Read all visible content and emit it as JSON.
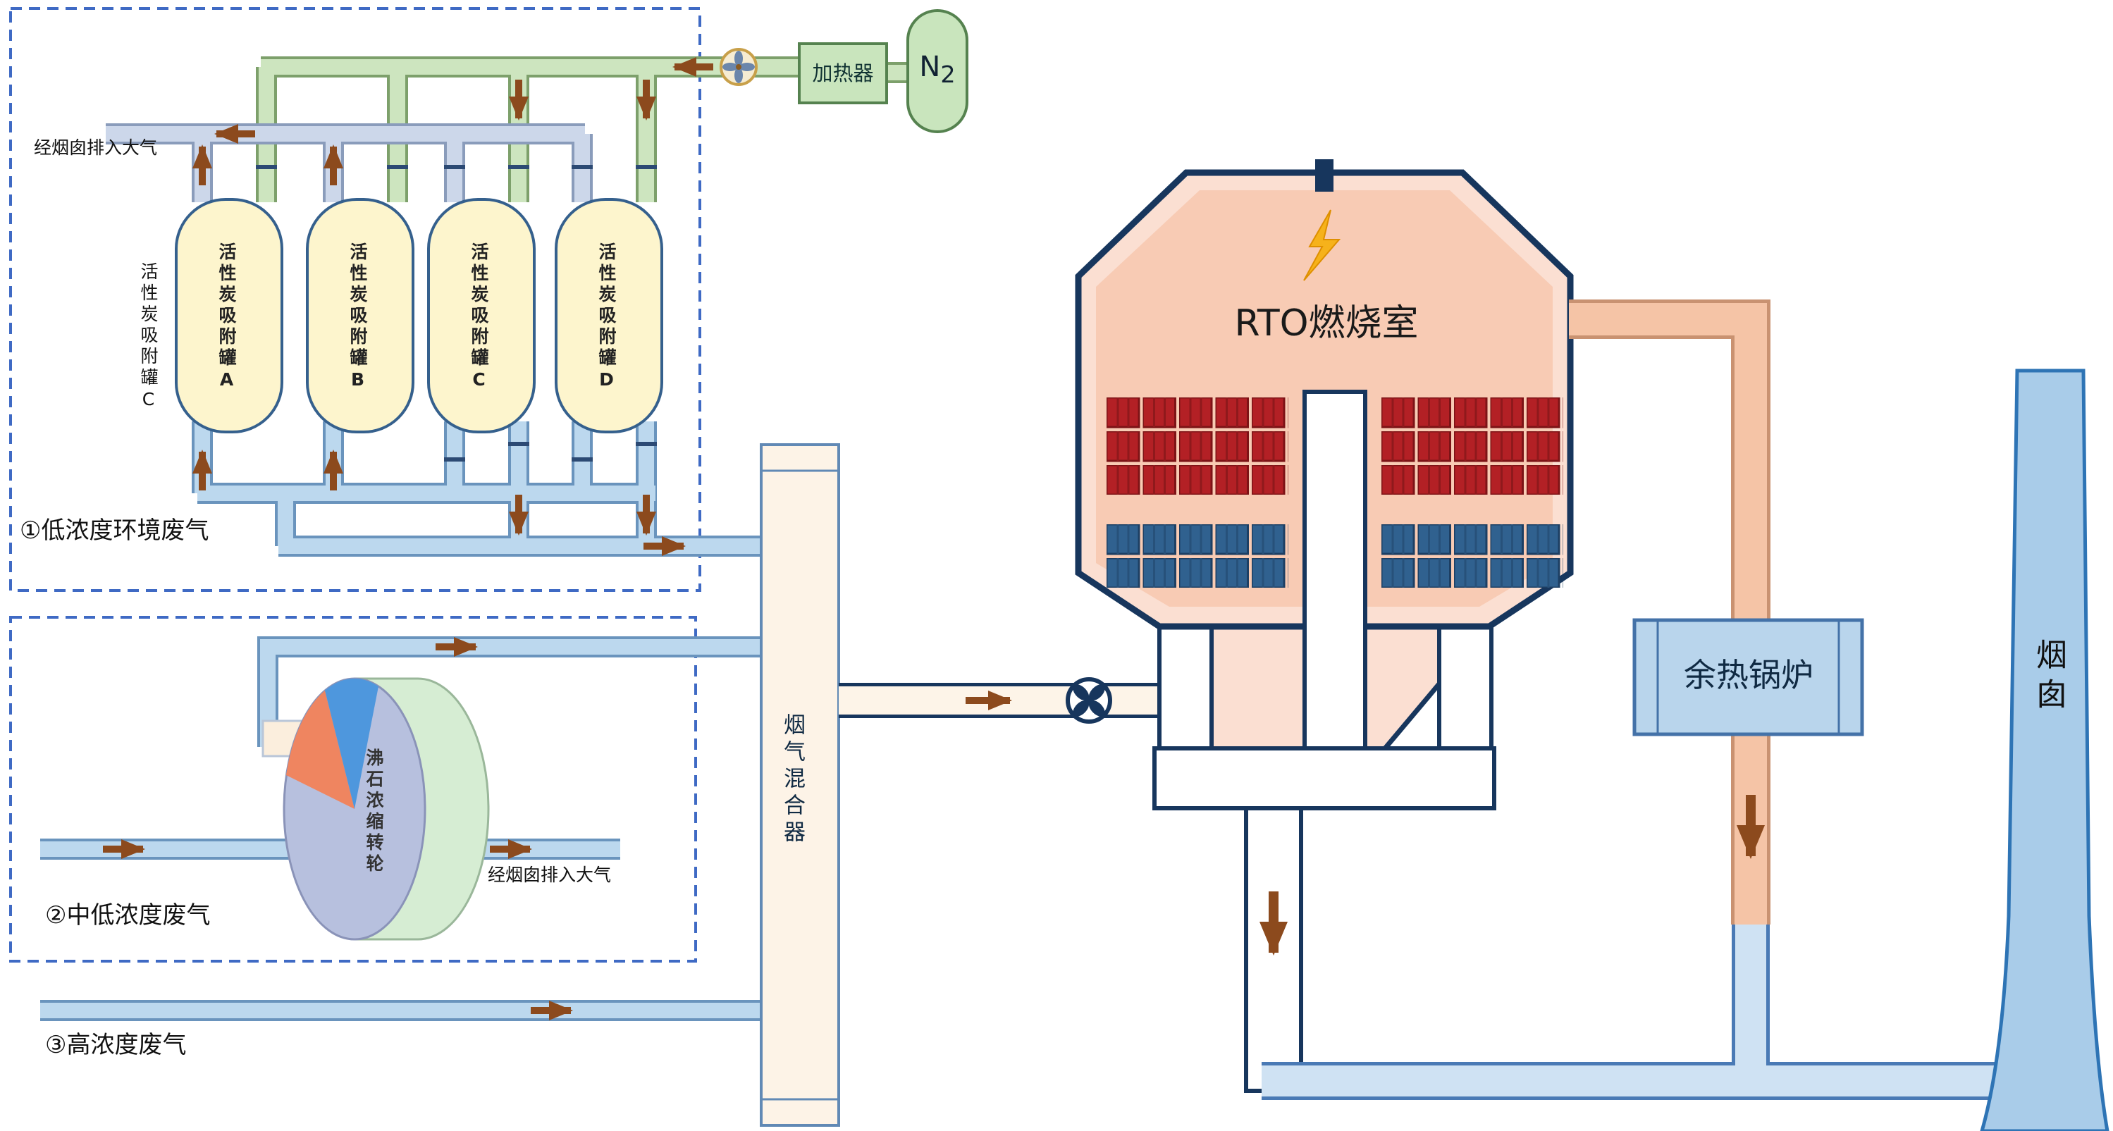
{
  "colors": {
    "dashed_border": "#3f6ac4",
    "tank_fill": "#fdf5cd",
    "navy_outline": "#17365d",
    "green_pipe": "#cde5bf",
    "exhaust_pipe": "#ccd7ea",
    "blue_pipe": "#bcd8ee",
    "salmon_pipe": "#f5c4a6",
    "rto_body": "#fbdfd2",
    "rto_inner": "#f8cbb4",
    "red_media": "#b32025",
    "blue_media": "#30618f",
    "boiler_fill": "#b9d5ec",
    "chimney_fill": "#a9cce9",
    "arrow": "#8c4a1d"
  },
  "low_zone": {
    "title": "①低浓度环境废气",
    "vent_label": "经烟囱排入大气",
    "outer_tank_label": "活性炭吸附罐C",
    "tanks": [
      {
        "label": "活性炭吸附罐A"
      },
      {
        "label": "活性炭吸附罐B"
      },
      {
        "label": "活性炭吸附罐C"
      },
      {
        "label": "活性炭吸附罐D"
      }
    ],
    "heater_label": "加热器",
    "n2_main": "N",
    "n2_sub": "2"
  },
  "mid_zone": {
    "title": "②中低浓度废气",
    "rotor_label": "沸石浓缩转轮",
    "vent_label": "经烟囱排入大气"
  },
  "high_zone": {
    "title": "③高浓度废气"
  },
  "mixer_label": "烟气混合器",
  "rto_label": "RTO燃烧室",
  "boiler_label": "余热锅炉",
  "chimney_label": "烟囱"
}
